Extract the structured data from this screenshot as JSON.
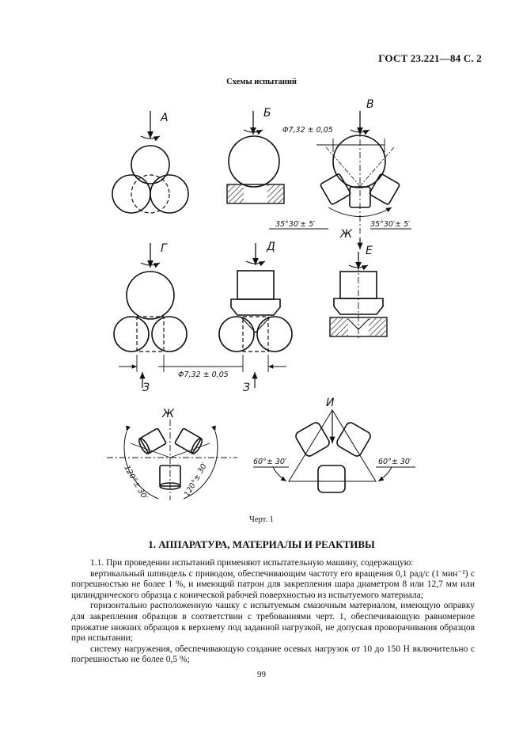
{
  "header": "ГОСТ 23.221—84 С. 2",
  "figure": {
    "title": "Схемы испытаний",
    "labels": {
      "a": "А",
      "b": "Б",
      "v": "В",
      "g": "Г",
      "d": "Д",
      "e": "Е",
      "zh": "Ж",
      "z": "З",
      "i": "И"
    },
    "dims": {
      "phi": "Φ7,32 ± 0,05",
      "angle35": "35°30′± 5′",
      "angle120": "120°± 30′",
      "angle60": "60°± 30′"
    },
    "caption": "Черт. 1"
  },
  "section_title": "1. АППАРАТУРА, МАТЕРИАЛЫ И РЕАКТИВЫ",
  "paragraphs": [
    "1.1. При проведении испытаний применяют испытательную машину, содержащую:",
    "вертикальный шпиндель с приводом, обеспечивающим частоту его вращения 0,1 рад/с (1 мин⁻¹) с погрешностью не более 1 %, и имеющий патрон для закрепления шара диаметром 8 или 12,7 мм или цилиндрического образца с конической рабочей поверхностью из испытуемого материала;",
    "горизонтально расположенную чашку с испытуемым смазочным материалом, имеющую оправку для закрепления образцов в соответствии с требованиями черт. 1, обеспечивающую равномерное прижатие нижних образцов к верхнему под заданной нагрузкой, не допуская проворачивания образцов при испытании;",
    "систему нагружения, обеспечивающую создание осевых нагрузок от 10 до 150 Н включительно с погрешностью не более 0,5 %;"
  ],
  "page_number": "99"
}
